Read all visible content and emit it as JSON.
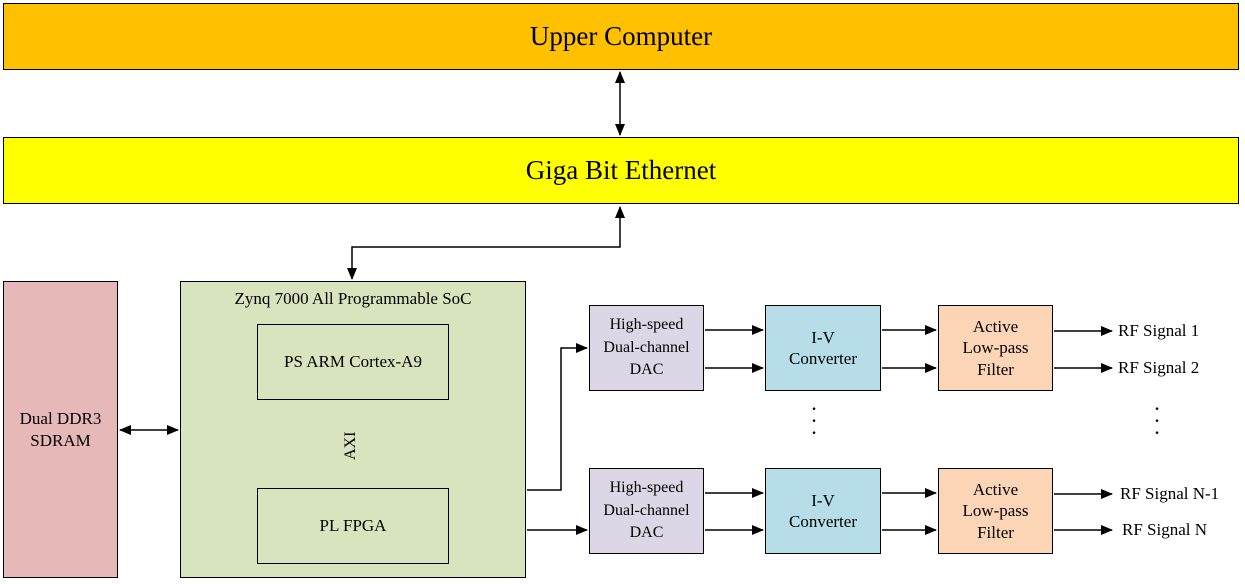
{
  "colors": {
    "upper_computer": "#FFC000",
    "ethernet": "#FFFF00",
    "ddr": "#E6B9B8",
    "soc": "#D7E4BD",
    "dac": "#DCD6E6",
    "iv": "#B7DEE8",
    "filter": "#FBD5B5"
  },
  "upper_computer": "Upper Computer",
  "ethernet": "Giga Bit Ethernet",
  "ddr": [
    "Dual DDR3",
    "SDRAM"
  ],
  "soc": {
    "title": "Zynq 7000 All Programmable SoC",
    "ps": "PS ARM Cortex-A9",
    "axi": "AXI",
    "pl": "PL FPGA"
  },
  "channels": [
    {
      "dac": [
        "High-speed",
        "Dual-channel",
        "DAC"
      ],
      "iv": [
        "I-V",
        "Converter"
      ],
      "filter": [
        "Active",
        "Low-pass",
        "Filter"
      ],
      "outputs": [
        "RF Signal 1",
        "RF Signal 2"
      ]
    },
    {
      "dac": [
        "High-speed",
        "Dual-channel",
        "DAC"
      ],
      "iv": [
        "I-V",
        "Converter"
      ],
      "filter": [
        "Active",
        "Low-pass",
        "Filter"
      ],
      "outputs": [
        "RF Signal N-1",
        "RF Signal N"
      ]
    }
  ]
}
